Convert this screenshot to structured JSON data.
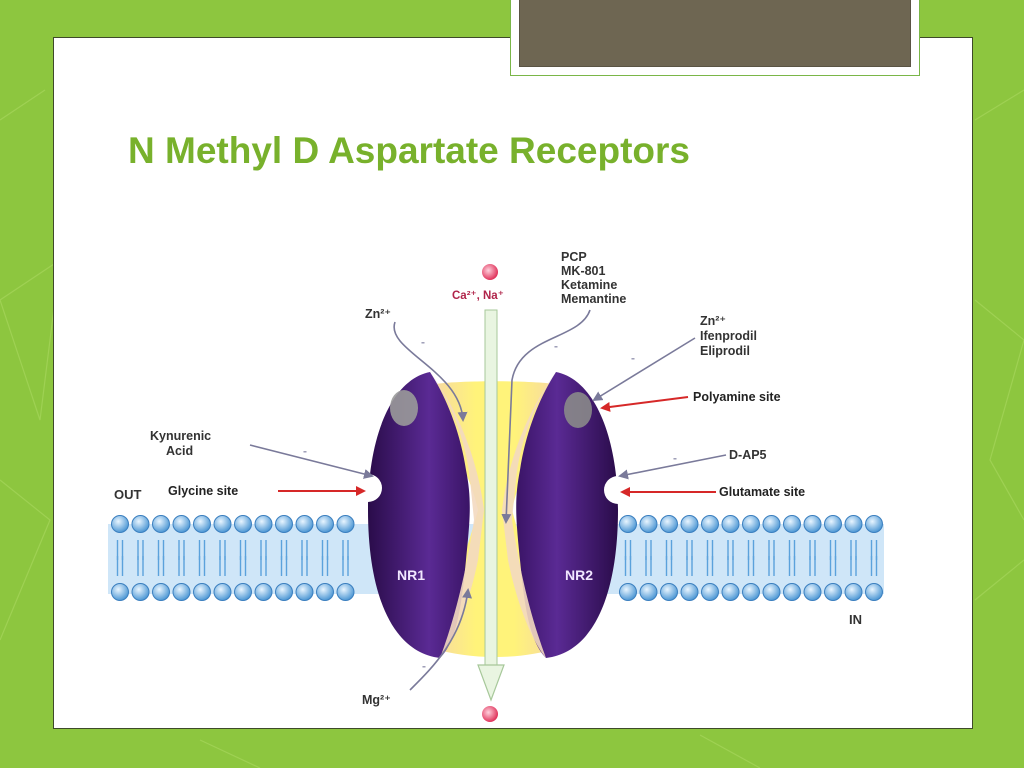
{
  "slide": {
    "title": "N Methyl D Aspartate Receptors"
  },
  "diagram": {
    "ion_top": "Ca²⁺, Na⁺",
    "side_out": "OUT",
    "side_in": "IN",
    "subunit_left": "NR1",
    "subunit_right": "NR2",
    "zn_left": "Zn²⁺",
    "channel_blockers": [
      "PCP",
      "MK-801",
      "Ketamine",
      "Memantine"
    ],
    "nr2_modulators": [
      "Zn²⁺",
      "Ifenprodil",
      "Eliprodil"
    ],
    "polyamine_site": "Polyamine site",
    "kynurenic_acid": [
      "Kynurenic",
      "Acid"
    ],
    "glycine_site": "Glycine site",
    "dap5": "D-AP5",
    "glutamate_site": "Glutamate site",
    "mg": "Mg²⁺",
    "inhibitor_symbol": "-",
    "colors": {
      "slide_background": "#8dc63f",
      "title": "#78b12c",
      "receptor": "#4b1f7e",
      "channel": "#fff59a",
      "membrane_heads": "#6fb2e6",
      "site_arrows": "#d62828"
    }
  }
}
